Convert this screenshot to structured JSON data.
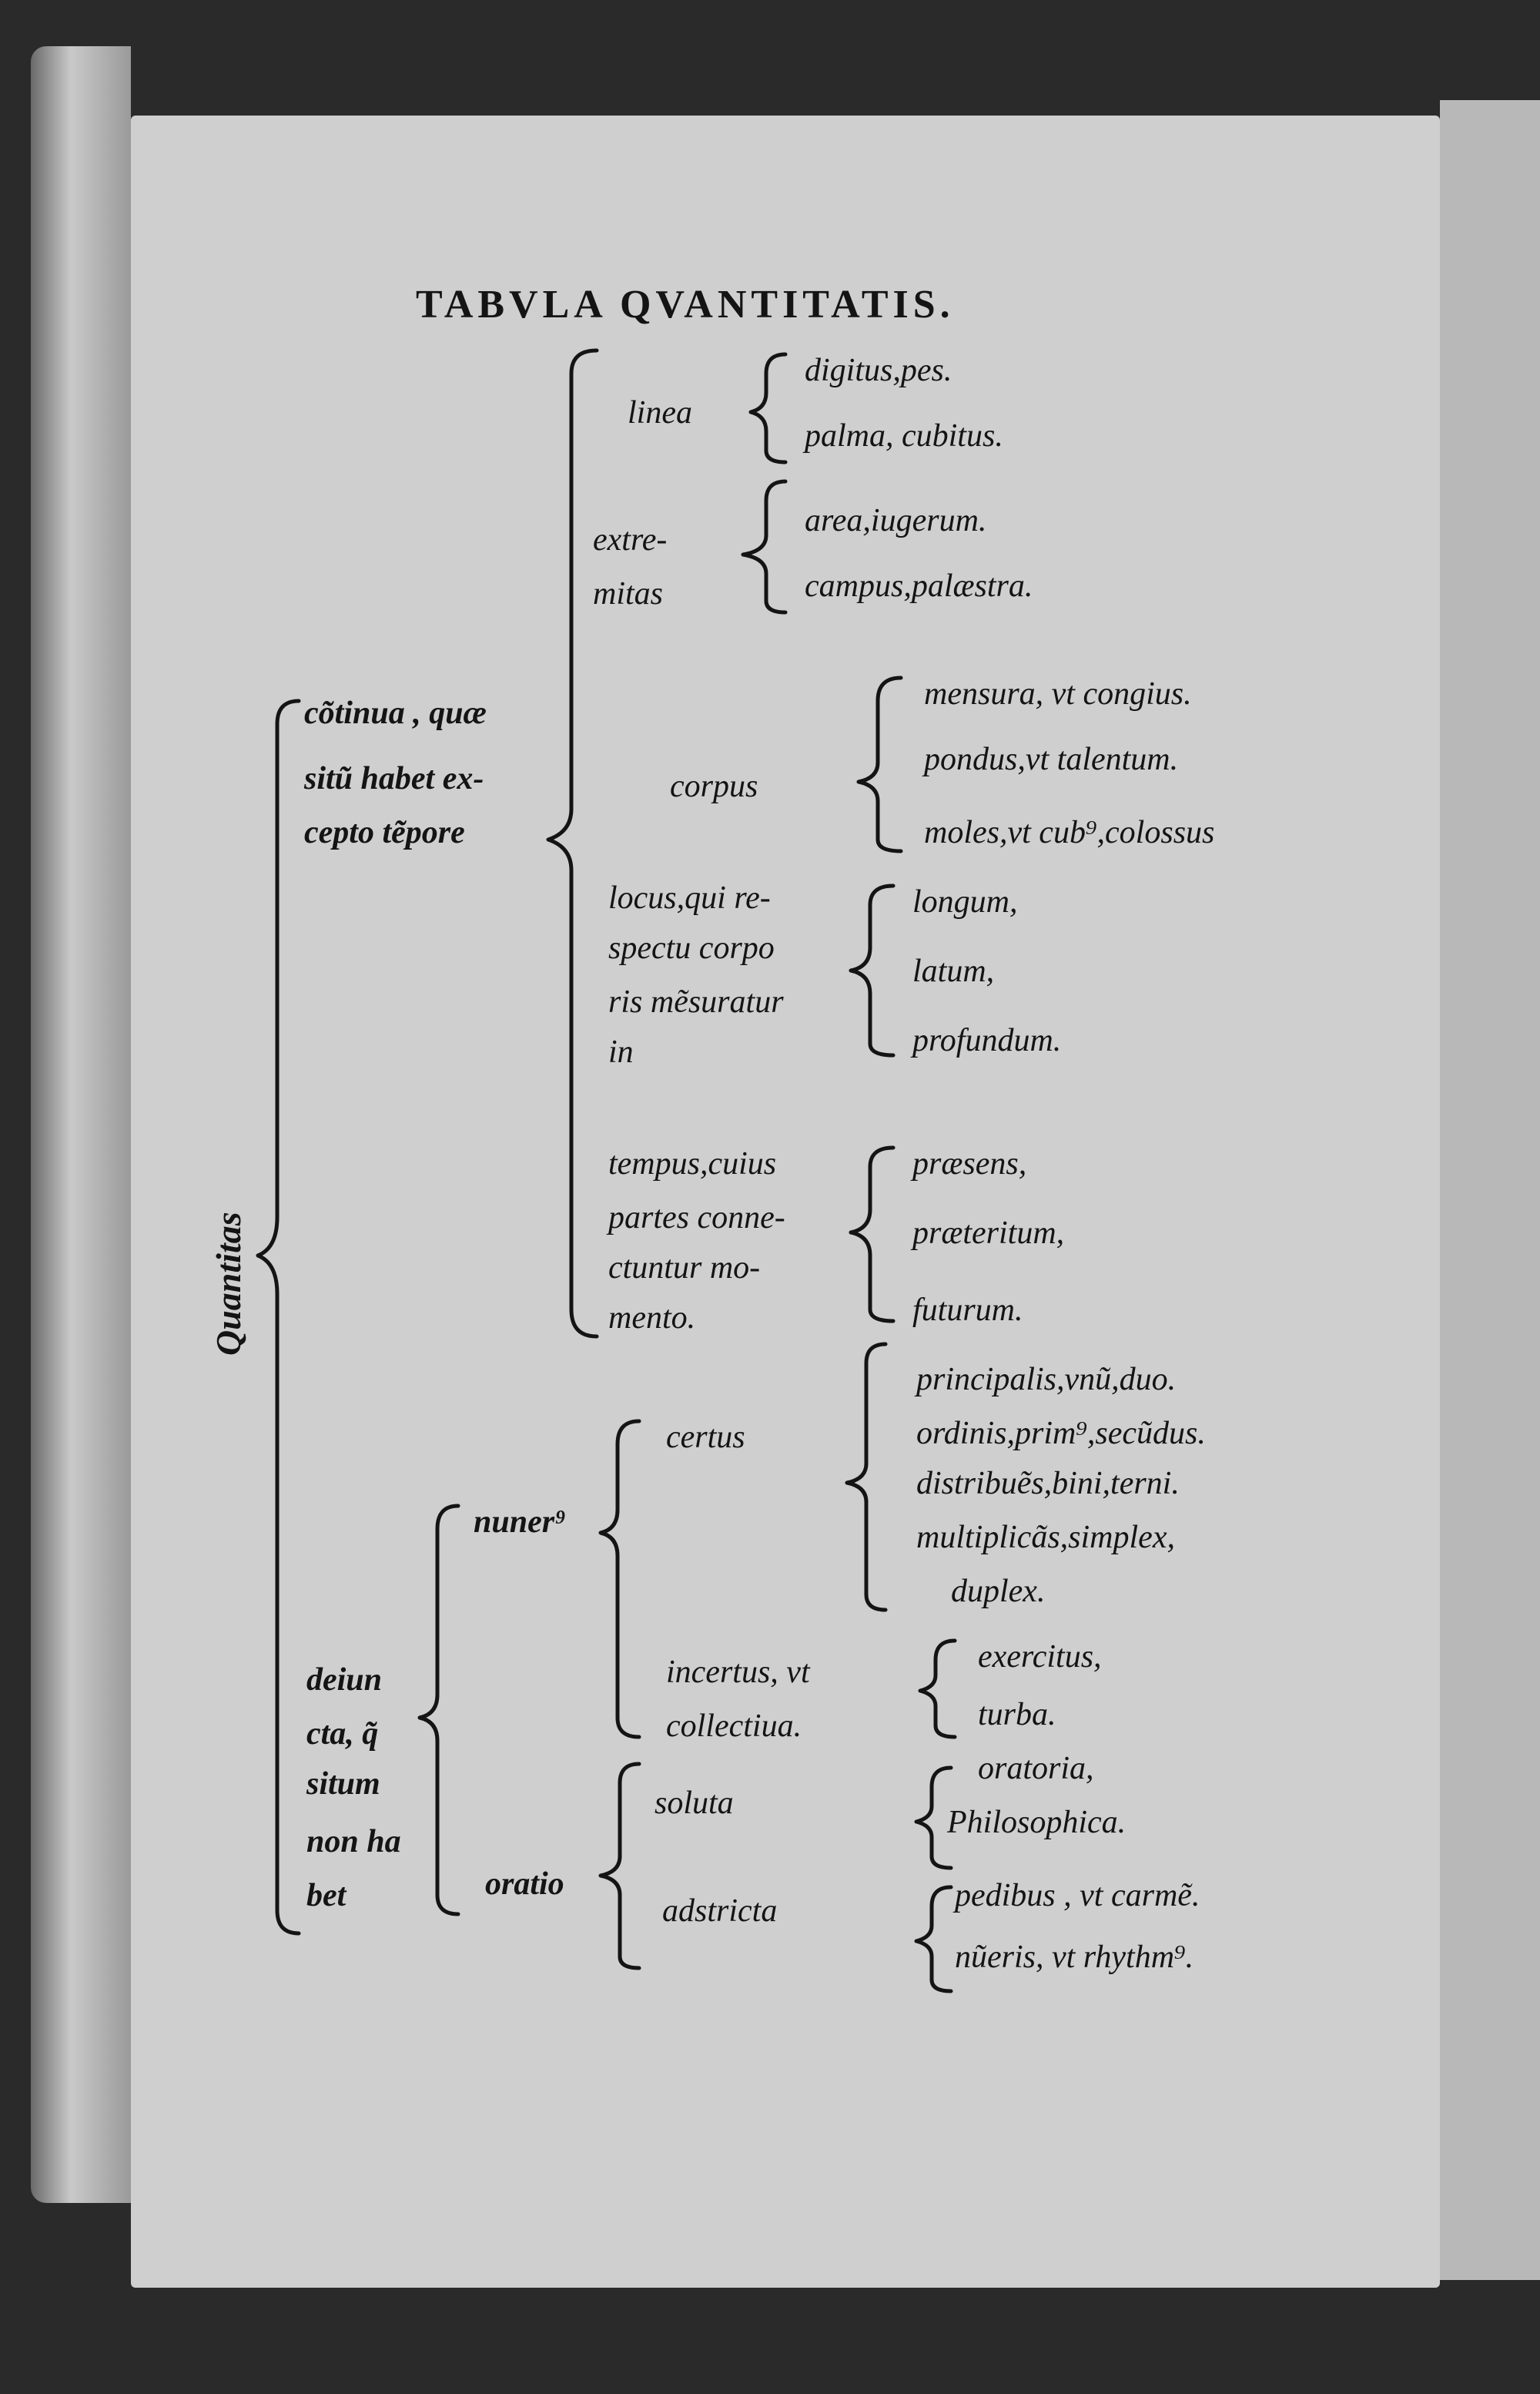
{
  "title": "TABVLA QVANTITATIS.",
  "root": "Quantitas",
  "continua": {
    "label": [
      "cõtinua , quæ",
      "sitũ habet ex-",
      "cepto tẽpore"
    ],
    "linea": {
      "label": "linea",
      "items": [
        "digitus,pes.",
        "palma, cubitus."
      ]
    },
    "extremitas": {
      "label": [
        "extre-",
        "mitas"
      ],
      "items": [
        "area,iugerum.",
        "campus,palæstra."
      ]
    },
    "corpus": {
      "label": "corpus",
      "items": [
        "mensura, vt congius.",
        "pondus,vt talentum.",
        "moles,vt cub⁹,colossus"
      ]
    },
    "locus": {
      "label": [
        "locus,qui re-",
        "spectu corpo",
        "ris mẽsuratur",
        "in"
      ],
      "items": [
        "longum,",
        "latum,",
        "profundum."
      ]
    },
    "tempus": {
      "label": [
        "tempus,cuius",
        "partes conne-",
        "ctuntur mo-",
        "mento."
      ],
      "items": [
        "præsens,",
        "præteritum,",
        "futurum."
      ]
    }
  },
  "deiuncta": {
    "label": [
      "deiun",
      "cta, q̃",
      "situm",
      "non ha",
      "bet"
    ],
    "numerus": {
      "label": "nuner⁹",
      "certus": {
        "label": "certus",
        "items": [
          "principalis,vnũ,duo.",
          "ordinis,prim⁹,secũdus.",
          "distribuẽs,bini,terni.",
          "multiplicãs,simplex,",
          "duplex."
        ]
      },
      "incertus": {
        "label": [
          "incertus, vt",
          "collectiua."
        ],
        "items": [
          "exercitus,",
          "turba."
        ]
      }
    },
    "oratio": {
      "label": "oratio",
      "soluta": {
        "label": "soluta",
        "items": [
          "oratoria,",
          "Philosophica."
        ]
      },
      "adstricta": {
        "label": "adstricta",
        "items": [
          "pedibus , vt carmẽ.",
          "nũeris, vt rhythm⁹."
        ]
      }
    }
  }
}
